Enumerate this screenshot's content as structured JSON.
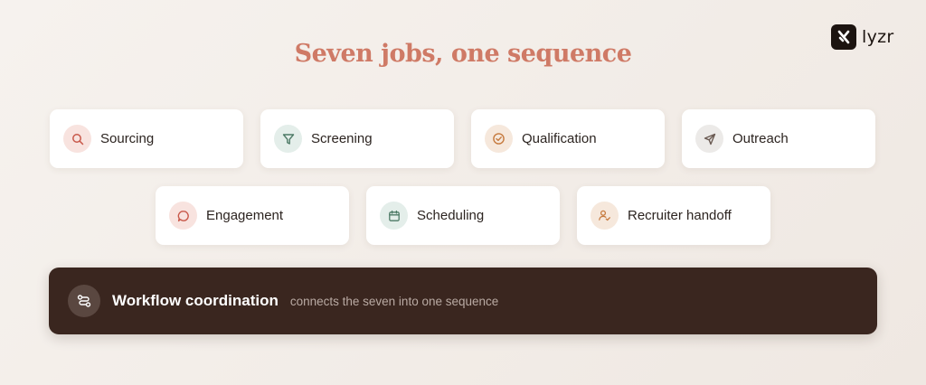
{
  "brand": {
    "name": "lyzr",
    "icon": "lyzr-logo-icon"
  },
  "title": "Seven jobs, one sequence",
  "jobs": [
    {
      "label": "Sourcing",
      "icon": "search-icon",
      "tint": "#f8e3df",
      "icon_color": "#c8584a"
    },
    {
      "label": "Screening",
      "icon": "filter-icon",
      "tint": "#e4eeea",
      "icon_color": "#4d7a66"
    },
    {
      "label": "Qualification",
      "icon": "check-circle-icon",
      "tint": "#f6e8dc",
      "icon_color": "#c67a3e"
    },
    {
      "label": "Outreach",
      "icon": "send-icon",
      "tint": "#eceae8",
      "icon_color": "#6a5a52"
    },
    {
      "label": "Engagement",
      "icon": "chat-bubble-icon",
      "tint": "#f8e3df",
      "icon_color": "#c8584a"
    },
    {
      "label": "Scheduling",
      "icon": "calendar-icon",
      "tint": "#e4eeea",
      "icon_color": "#4d7a66"
    },
    {
      "label": "Recruiter handoff",
      "icon": "user-check-icon",
      "tint": "#f6e8dc",
      "icon_color": "#c67a3e"
    }
  ],
  "coordination": {
    "title": "Workflow coordination",
    "subtitle": "connects the seven into one sequence",
    "icon": "workflow-icon"
  },
  "colors": {
    "accent": "#cf7a66",
    "dark_bar": "#3a261f"
  }
}
